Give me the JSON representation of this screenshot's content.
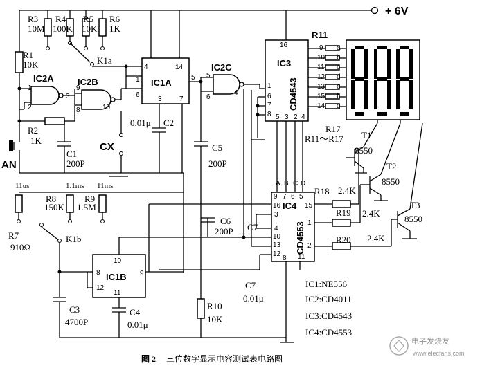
{
  "supply": {
    "label": "+ 6V"
  },
  "segments": [
    "a",
    "b",
    "c",
    "d",
    "e",
    "f",
    "g"
  ],
  "parts": {
    "r1": {
      "name": "R1",
      "value": "10K"
    },
    "r2": {
      "name": "R2",
      "value": "1K"
    },
    "r3": {
      "name": "R3",
      "value": "10M"
    },
    "r4": {
      "name": "R4",
      "value": "100K"
    },
    "r5": {
      "name": "R5",
      "value": "10K"
    },
    "r6": {
      "name": "R6",
      "value": "1K"
    },
    "r7": {
      "name": "R7",
      "value": "910Ω"
    },
    "r8": {
      "name": "R8",
      "value": "150K"
    },
    "r9": {
      "name": "R9",
      "value": "1.5M"
    },
    "r10": {
      "name": "R10",
      "value": "10K"
    },
    "r11": "R11",
    "r17": "R17",
    "r11_r17_range": "R11～R17",
    "r18": "R18",
    "r18_value": "2.4K",
    "r19": "R19",
    "r19_value": "2.4K",
    "r20": "R20",
    "r20_value": "2.4K",
    "c1": {
      "name": "C1",
      "value": "200P"
    },
    "c2": {
      "name": "C2",
      "value": "0.01μ"
    },
    "c3": {
      "name": "C3",
      "value": "4700P"
    },
    "c4": {
      "name": "C4",
      "value": "0.01μ"
    },
    "c5": {
      "name": "C5",
      "value": "200P"
    },
    "c6": {
      "name": "C6",
      "value": "200P"
    },
    "c7": {
      "name": "C7",
      "value": "0.01μ"
    },
    "an": "AN",
    "cx": "CX",
    "k1a": "K1a",
    "k1b": "K1b",
    "ic1a": "IC1A",
    "ic1b": "IC1B",
    "ic2a": "IC2A",
    "ic2b": "IC2B",
    "ic2c": "IC2C",
    "ic3": "IC3",
    "ic3_part": "CD4543",
    "ic4": "IC4",
    "ic4_part": "CD4553",
    "t1": "T1",
    "t1_part": "8550",
    "t2": "T2",
    "t2_part": "8550",
    "t3": "T3",
    "t3_part": "8550",
    "tap_11us": "11us",
    "tap_1_1ms": "1.1ms",
    "tap_11ms": "11ms"
  },
  "legend": [
    "IC1:NE556",
    "IC2:CD4011",
    "IC3:CD4543",
    "IC4:CD4553"
  ],
  "caption": {
    "number": "图 2",
    "text": "三位数字显示电容测试表电路图"
  },
  "watermark": {
    "line1": "电子发烧友",
    "line2": "www.elecfans.com"
  }
}
